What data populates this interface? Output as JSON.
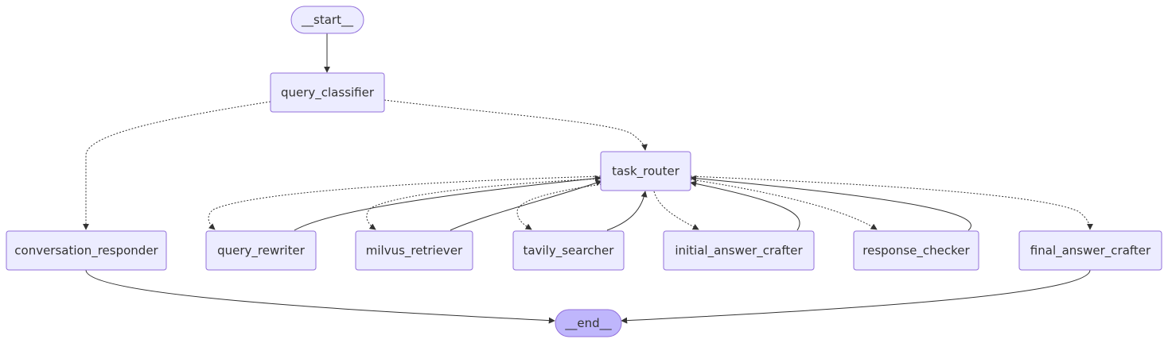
{
  "nodes": {
    "start": {
      "label": "__start__"
    },
    "query_classifier": {
      "label": "query_classifier"
    },
    "task_router": {
      "label": "task_router"
    },
    "conversation_responder": {
      "label": "conversation_responder"
    },
    "query_rewriter": {
      "label": "query_rewriter"
    },
    "milvus_retriever": {
      "label": "milvus_retriever"
    },
    "tavily_searcher": {
      "label": "tavily_searcher"
    },
    "initial_answer_crafter": {
      "label": "initial_answer_crafter"
    },
    "response_checker": {
      "label": "response_checker"
    },
    "final_answer_crafter": {
      "label": "final_answer_crafter"
    },
    "end": {
      "label": "__end__"
    }
  },
  "edges": [
    {
      "from": "start",
      "to": "query_classifier",
      "style": "solid"
    },
    {
      "from": "query_classifier",
      "to": "conversation_responder",
      "style": "dashed"
    },
    {
      "from": "query_classifier",
      "to": "task_router",
      "style": "dashed"
    },
    {
      "from": "task_router",
      "to": "query_rewriter",
      "style": "dashed"
    },
    {
      "from": "task_router",
      "to": "milvus_retriever",
      "style": "dashed"
    },
    {
      "from": "task_router",
      "to": "tavily_searcher",
      "style": "dashed"
    },
    {
      "from": "task_router",
      "to": "initial_answer_crafter",
      "style": "dashed"
    },
    {
      "from": "task_router",
      "to": "response_checker",
      "style": "dashed"
    },
    {
      "from": "task_router",
      "to": "final_answer_crafter",
      "style": "dashed"
    },
    {
      "from": "query_rewriter",
      "to": "task_router",
      "style": "solid"
    },
    {
      "from": "milvus_retriever",
      "to": "task_router",
      "style": "solid"
    },
    {
      "from": "tavily_searcher",
      "to": "task_router",
      "style": "solid"
    },
    {
      "from": "initial_answer_crafter",
      "to": "task_router",
      "style": "solid"
    },
    {
      "from": "response_checker",
      "to": "task_router",
      "style": "solid"
    },
    {
      "from": "conversation_responder",
      "to": "end",
      "style": "solid"
    },
    {
      "from": "final_answer_crafter",
      "to": "end",
      "style": "solid"
    }
  ],
  "colors": {
    "node_fill": "#ECECFF",
    "node_stroke": "#9370DB",
    "end_fill": "#BFB6FC",
    "edge": "#333333",
    "text": "#333333"
  }
}
